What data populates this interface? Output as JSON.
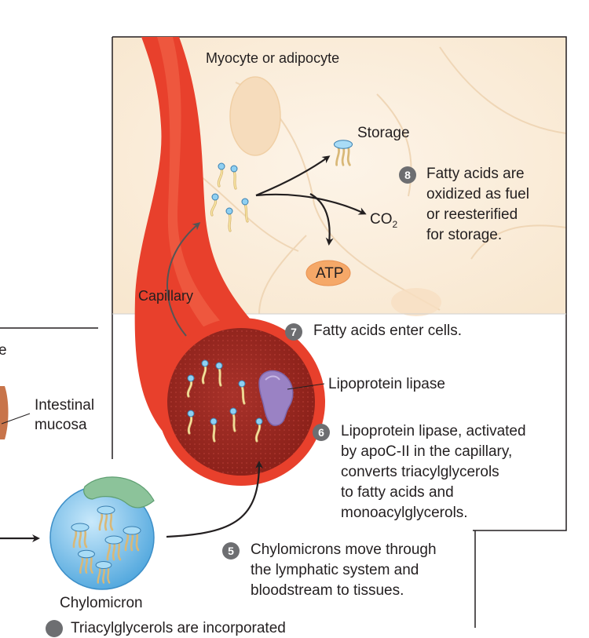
{
  "labels": {
    "cell": "Myocyte or adipocyte",
    "storage": "Storage",
    "co2_main": "CO",
    "co2_sub": "2",
    "atp": "ATP",
    "capillary": "Capillary",
    "lipoprotein_lipase": "Lipoprotein lipase",
    "intestinal_mucosa": [
      "Intestinal",
      "mucosa"
    ],
    "chylomicron": "Chylomicron",
    "left_fragment": "e",
    "bottom_fragment": "Triacylglycerols are incorporated"
  },
  "steps": [
    {
      "num": "5",
      "lines": [
        "Chylomicrons move through",
        "the lymphatic system and",
        "bloodstream to tissues."
      ]
    },
    {
      "num": "6",
      "lines": [
        "Lipoprotein lipase, activated",
        "by apoC-II in the capillary,",
        "converts triacylglycerols",
        "to fatty acids and",
        "monoacylglycerols."
      ]
    },
    {
      "num": "7",
      "lines": [
        "Fatty acids enter cells."
      ]
    },
    {
      "num": "8",
      "lines": [
        "Fatty acids are",
        "oxidized as fuel",
        "or reesterified",
        "for storage."
      ]
    }
  ],
  "colors": {
    "cell_bg": "#fcf1e3",
    "vessel": "#e8402c",
    "vessel_lumen": "#9e2b22",
    "enzyme": "#9a82c4",
    "chylomicron": "#7fc4ec",
    "apoprotein": "#8cc39a",
    "atp": "#f5a868"
  }
}
